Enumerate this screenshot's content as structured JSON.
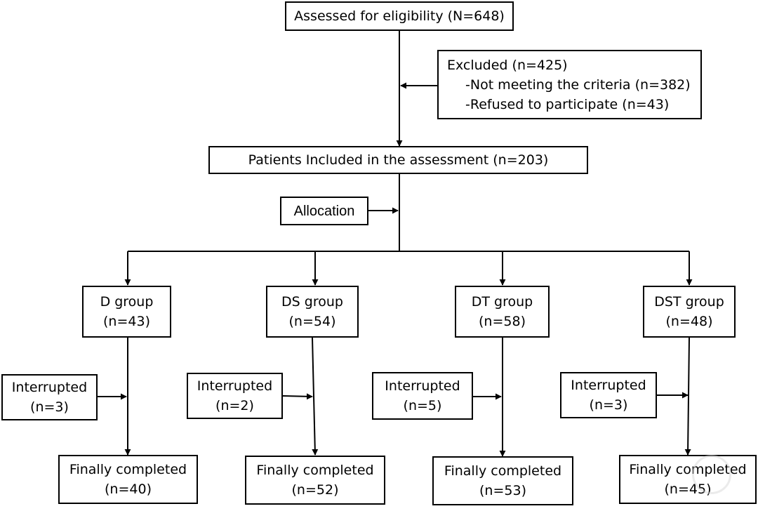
{
  "flowchart": {
    "assessed": "Assessed for eligibility (N=648)",
    "excluded": {
      "title": "Excluded (n=425)",
      "items": [
        "-Not meeting the criteria (n=382)",
        "-Refused to participate (n=43)"
      ]
    },
    "included": "Patients Included in the assessment (n=203)",
    "allocation": "Allocation",
    "groups": [
      {
        "name": "D group",
        "n": "(n=43)",
        "interrupted_label": "Interrupted",
        "interrupted_n": "(n=3)",
        "completed_label": "Finally completed",
        "completed_n": "(n=40)"
      },
      {
        "name": "DS group",
        "n": "(n=54)",
        "interrupted_label": "Interrupted",
        "interrupted_n": "(n=2)",
        "completed_label": "Finally completed",
        "completed_n": "(n=52)"
      },
      {
        "name": "DT group",
        "n": "(n=58)",
        "interrupted_label": "Interrupted",
        "interrupted_n": "(n=5)",
        "completed_label": "Finally completed",
        "completed_n": "(n=53)"
      },
      {
        "name": "DST group",
        "n": "(n=48)",
        "interrupted_label": "Interrupted",
        "interrupted_n": "(n=3)",
        "completed_label": "Finally completed",
        "completed_n": "(n=45)"
      }
    ]
  }
}
